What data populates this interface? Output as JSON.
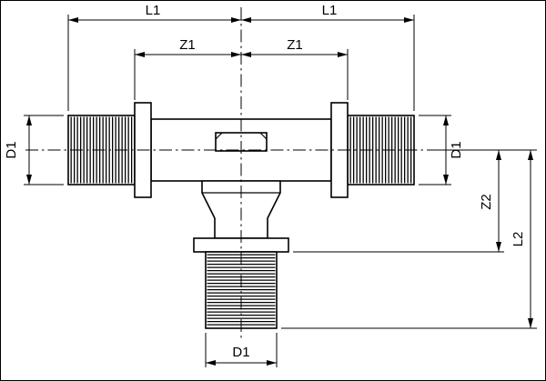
{
  "drawing": {
    "type": "technical-dimension-drawing",
    "subject": "tee-pipe-fitting",
    "colors": {
      "line": "#000000",
      "background": "#ffffff"
    },
    "labels": {
      "l1_left": "L1",
      "l1_right": "L1",
      "z1_left": "Z1",
      "z1_right": "Z1",
      "d1_left": "D1",
      "d1_right": "D1",
      "z2": "Z2",
      "l2": "L2",
      "d1_bottom": "D1"
    }
  }
}
